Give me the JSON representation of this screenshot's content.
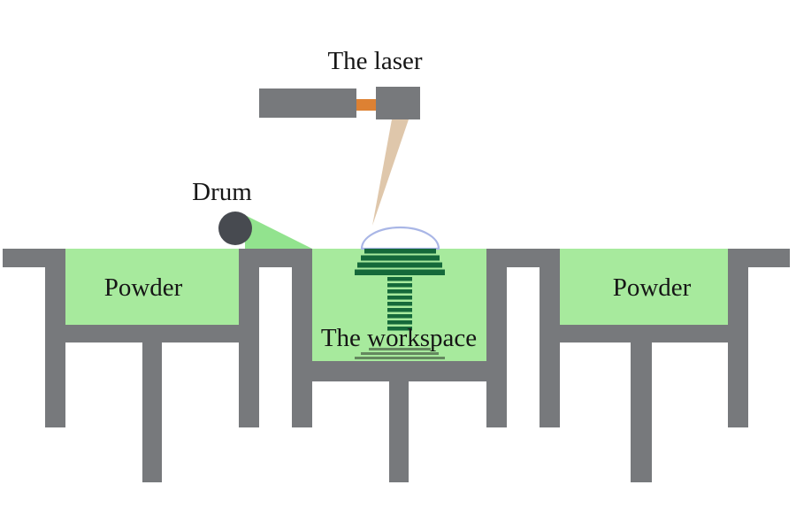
{
  "scene": {
    "labels": {
      "laser": "The laser",
      "drum": "Drum",
      "left_powder": "Powder",
      "right_powder": "Powder",
      "workspace": "The workspace"
    },
    "colors": {
      "background": "#ffffff",
      "structure_gray": "#77797c",
      "powder_green": "#a7ea9d",
      "spread_wedge_green": "#92e38e",
      "drum_dark_gray": "#474a50",
      "laser_connector_orange": "#dd8133",
      "laser_beam_tan": "#dfc7ab",
      "sintered_part_green": "#15693a",
      "base_layer_green": "#64885f",
      "dome_outline_blue": "#a9b6e6",
      "label_text": "#161616"
    }
  }
}
